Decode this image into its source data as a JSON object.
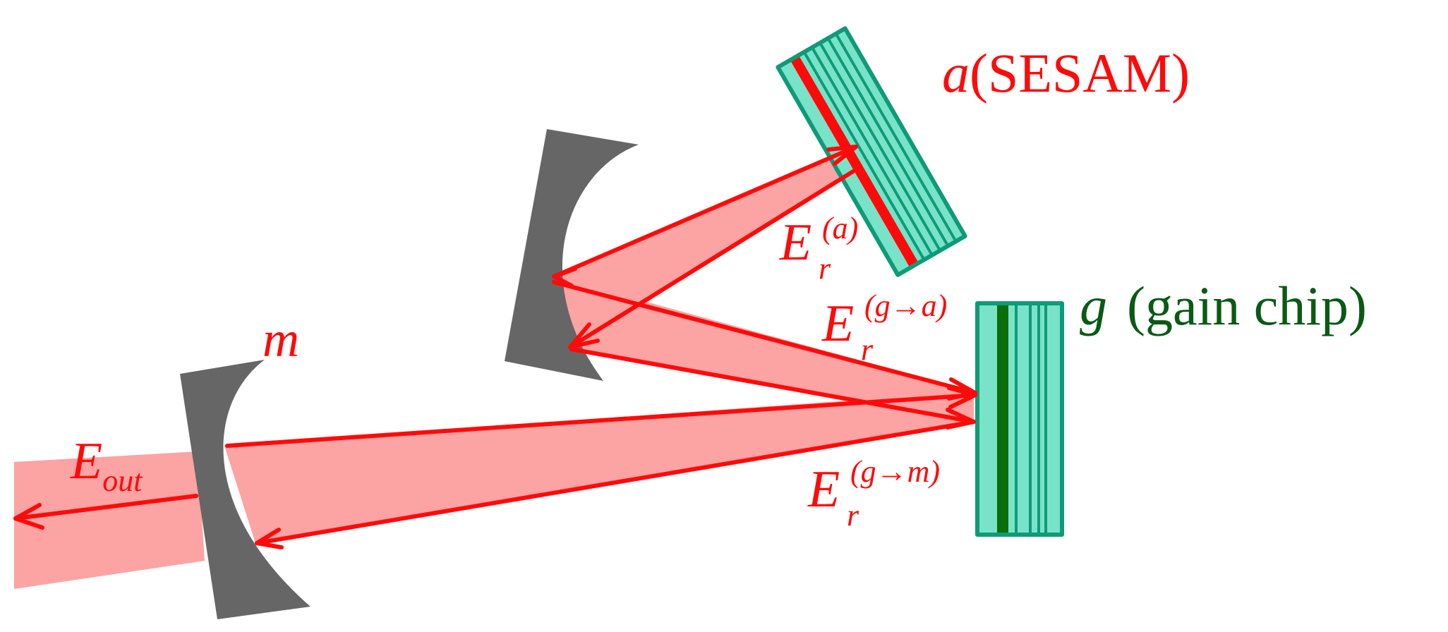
{
  "colors": {
    "beam_fill": "#fca3a3",
    "beam_line": "#ff0a0a",
    "mirror": "#666666",
    "chip_fill": "#78e3c8",
    "chip_stroke": "#0f9a78",
    "sesam_layer": "#ff0a0a",
    "gain_layer": "#0a6e0a",
    "gain_label": "#0a5a14",
    "red_label": "#ff0a0a"
  },
  "labels": {
    "sesam": {
      "symbol": "a",
      "text": "(SESAM)"
    },
    "gain": {
      "symbol": "g",
      "text": "(gain chip)"
    },
    "mirror_m": {
      "symbol": "m"
    },
    "e_out": {
      "base": "E",
      "sub": "out"
    },
    "e_r_a": {
      "base": "E",
      "sub": "r",
      "sup": "(a)"
    },
    "e_r_g_a": {
      "base": "E",
      "sub": "r",
      "sup": "(g→a)"
    },
    "e_r_g_m": {
      "base": "E",
      "sub": "r",
      "sup": "(g→m)"
    }
  },
  "icons": {
    "curved_mirror": "concave-mirror-icon",
    "sesam": "sesam-chip-icon",
    "gain_chip": "gain-chip-icon",
    "arrow": "arrowhead-icon"
  }
}
